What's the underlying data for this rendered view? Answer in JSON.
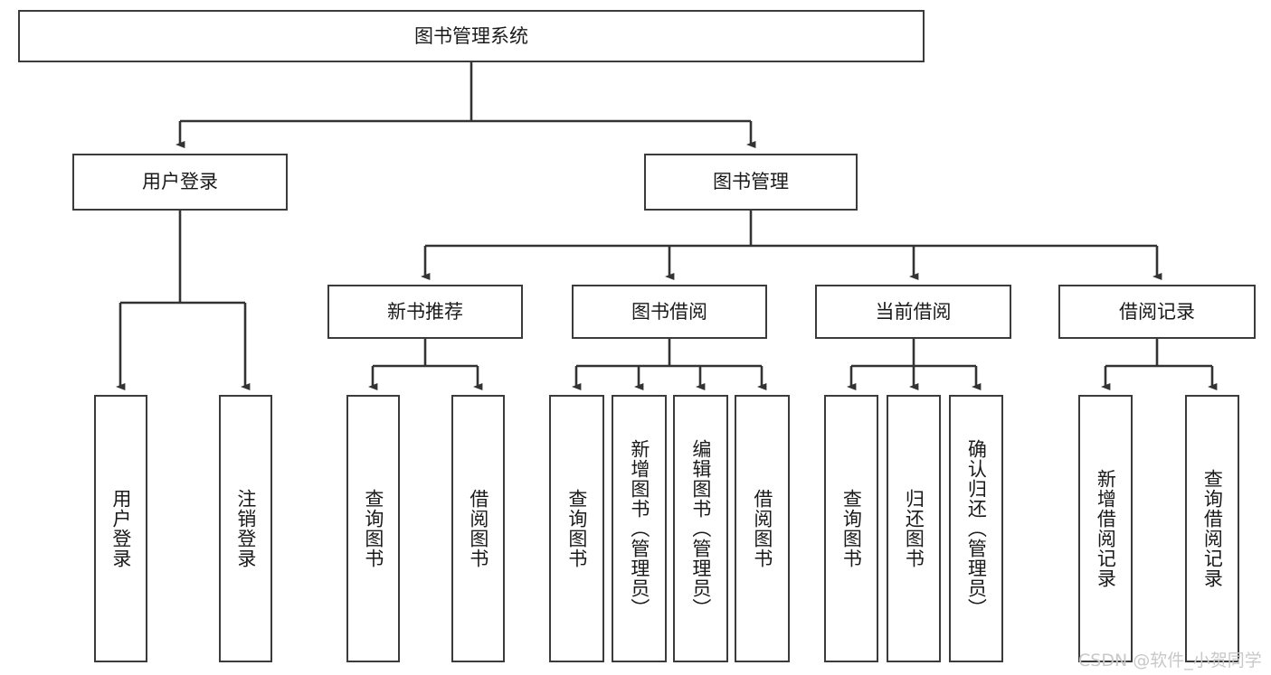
{
  "diagram": {
    "title": "图书管理系统",
    "type": "tree",
    "nodes": {
      "root": {
        "label": "图书管理系统"
      },
      "level2": [
        {
          "label": "用户登录"
        },
        {
          "label": "图书管理"
        }
      ],
      "level3": [
        {
          "label": "新书推荐"
        },
        {
          "label": "图书借阅"
        },
        {
          "label": "当前借阅"
        },
        {
          "label": "借阅记录"
        }
      ],
      "leaves": {
        "user_login": [
          {
            "label": "用户登录"
          },
          {
            "label": "注销登录"
          }
        ],
        "new_book_recommend": [
          {
            "label": "查询图书"
          },
          {
            "label": "借阅图书"
          }
        ],
        "book_borrow": [
          {
            "label": "查询图书"
          },
          {
            "label": "新增图书（管理员）"
          },
          {
            "label": "编辑图书（管理员）"
          },
          {
            "label": "借阅图书"
          }
        ],
        "current_borrow": [
          {
            "label": "查询图书"
          },
          {
            "label": "归还图书"
          },
          {
            "label": "确认归还（管理员）"
          }
        ],
        "borrow_record": [
          {
            "label": "新增借阅记录"
          },
          {
            "label": "查询借阅记录"
          }
        ]
      }
    },
    "colors": {
      "border": "#3b3b3b",
      "text": "#1a1a1a",
      "background": "#ffffff",
      "watermark": "#c8c8c8"
    }
  },
  "watermark": {
    "text": "CSDN @软件_小贺同学"
  }
}
